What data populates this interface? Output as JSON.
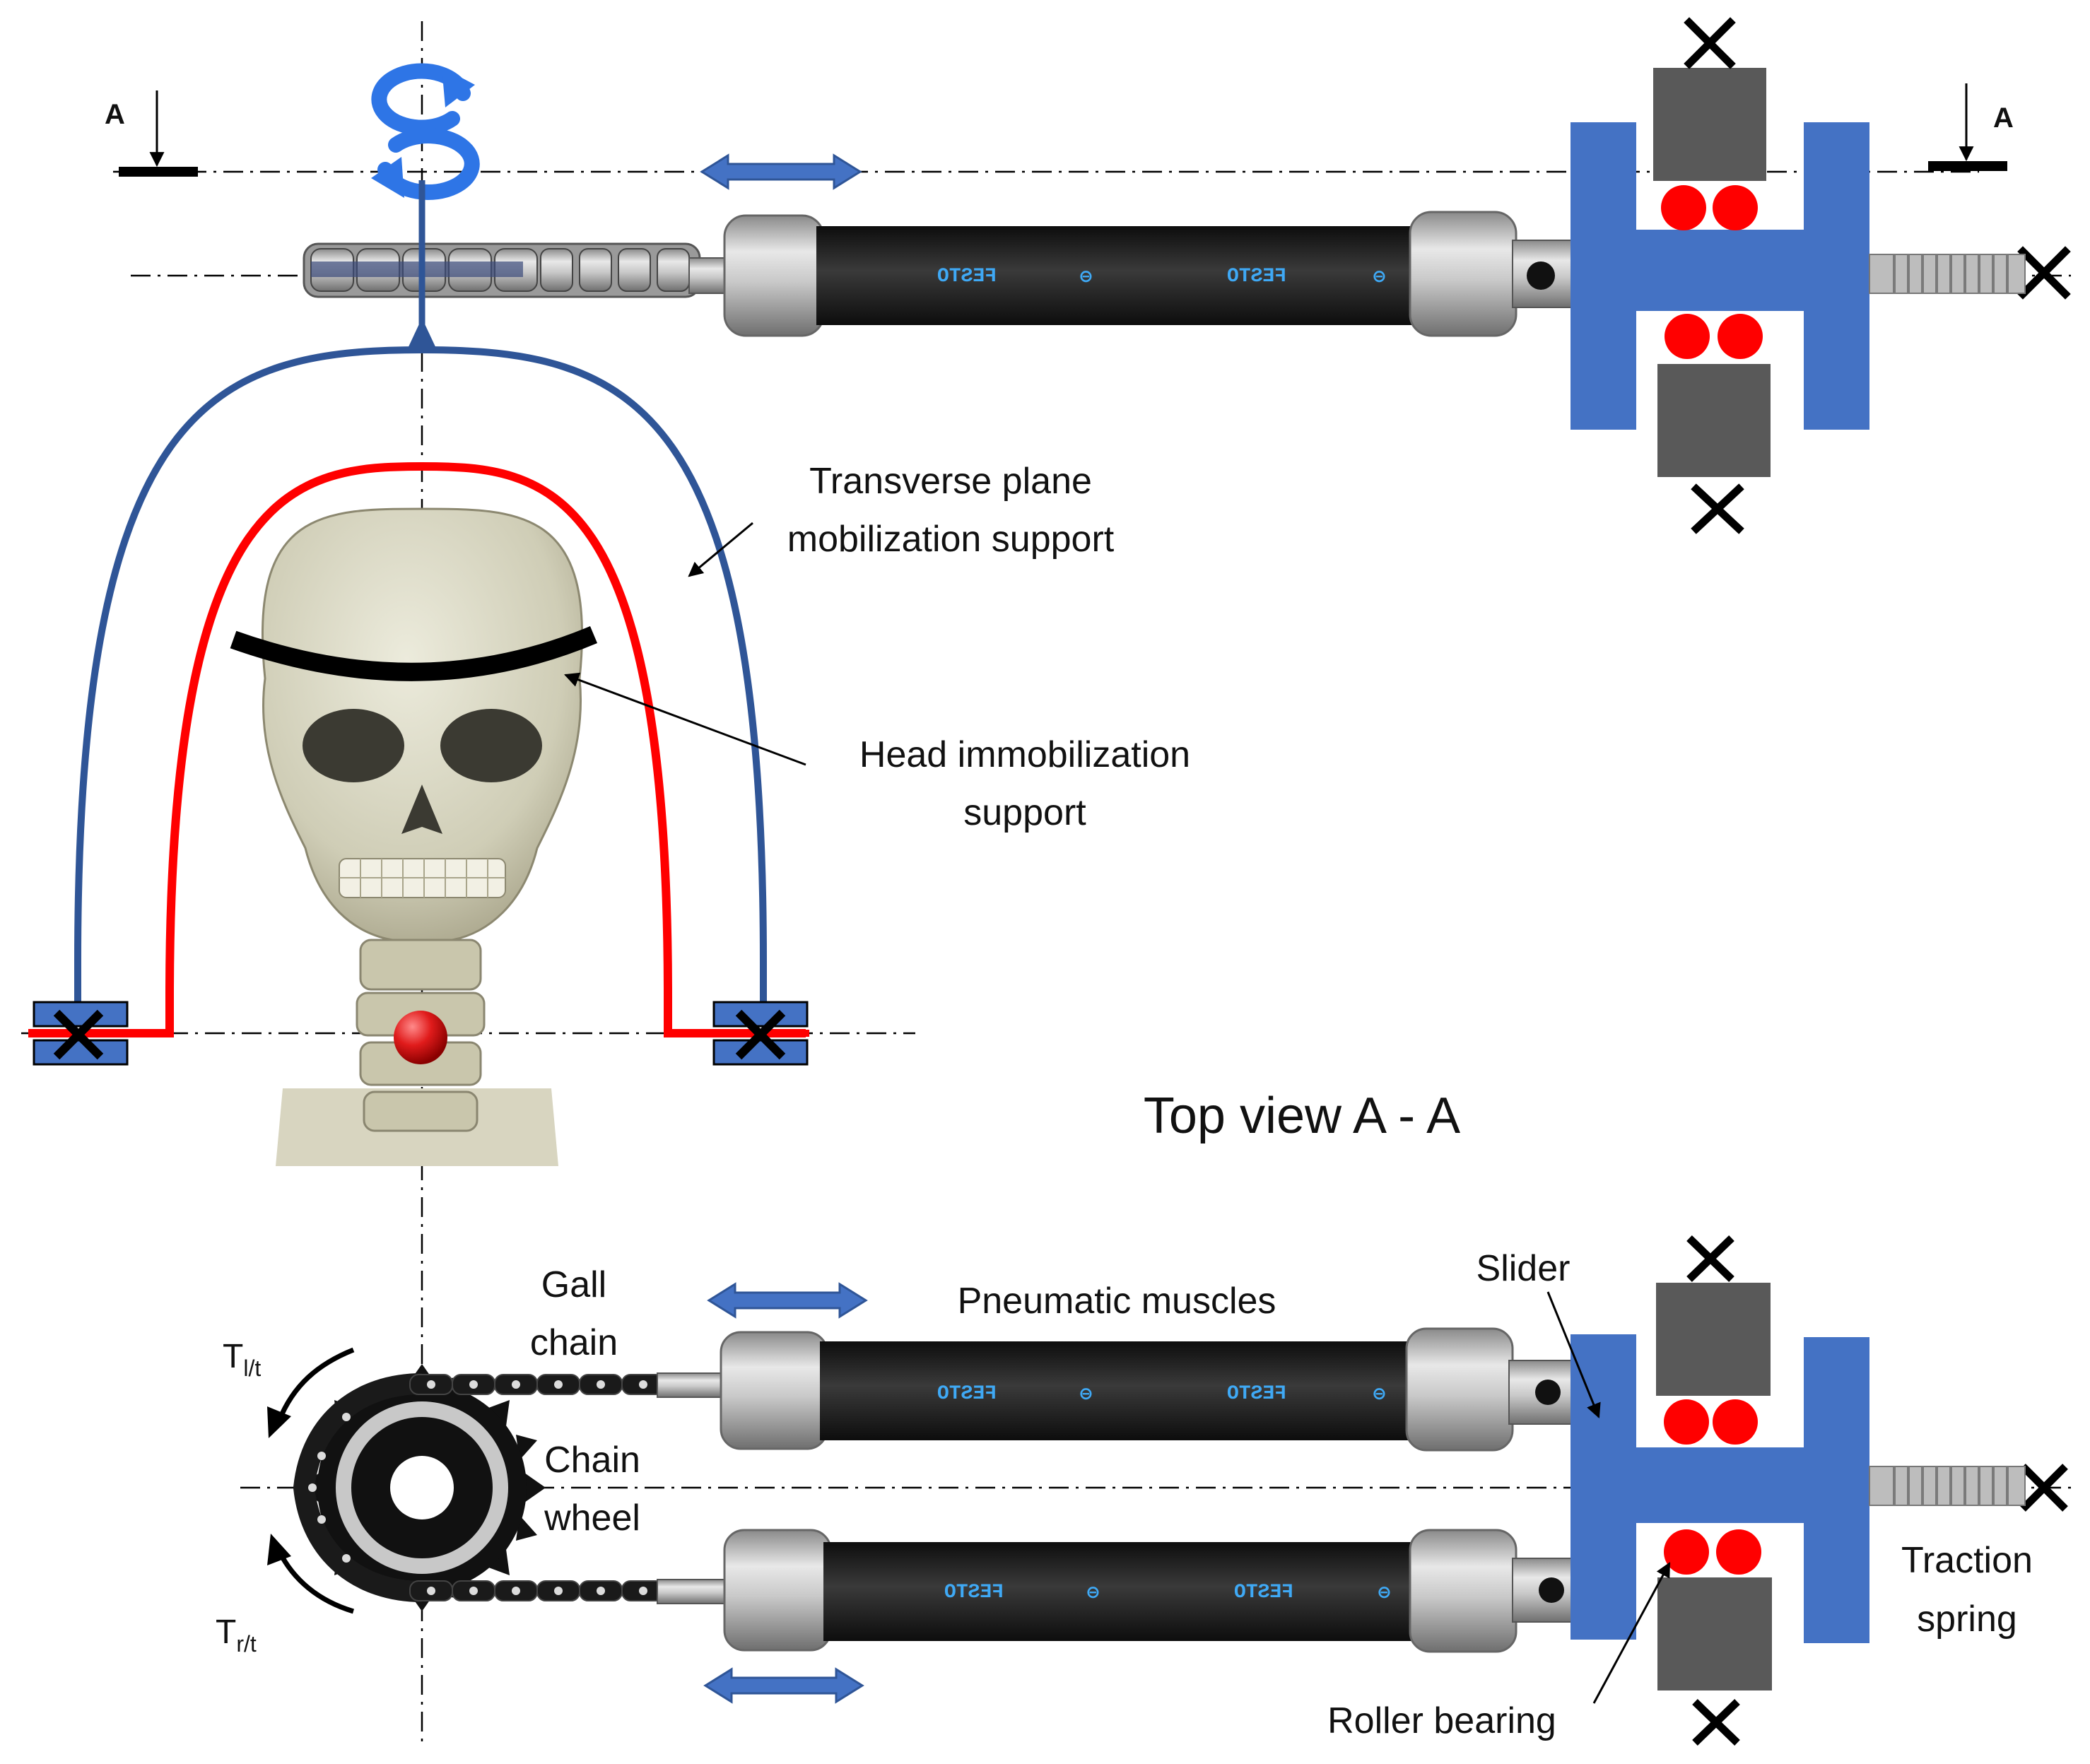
{
  "section_marker": "A",
  "labels": {
    "transverse_line1": "Transverse plane",
    "transverse_line2": "mobilization support",
    "head_line1": "Head immobilization",
    "head_line2": "support",
    "top_view": "Top view A - A",
    "gall_line1": "Gall",
    "gall_line2": "chain",
    "pneumatic": "Pneumatic muscles",
    "slider": "Slider",
    "chain_wheel_line1": "Chain",
    "chain_wheel_line2": "wheel",
    "traction_line1": "Traction",
    "traction_line2": "spring",
    "roller_bearing": "Roller bearing",
    "torque_left_base": "T",
    "torque_left_sub": "l/t",
    "torque_right_base": "T",
    "torque_right_sub": "r/t"
  },
  "muscle_text": {
    "brand": "FESTO",
    "symbol": "⊖"
  },
  "colors": {
    "blue": "#4472c4",
    "blue_dark": "#2f5597",
    "red": "#ff0000",
    "block_gray": "#595959",
    "muscle_black": "#1c1c1c",
    "festo_blue": "#3fa9f5",
    "black": "#000000"
  }
}
